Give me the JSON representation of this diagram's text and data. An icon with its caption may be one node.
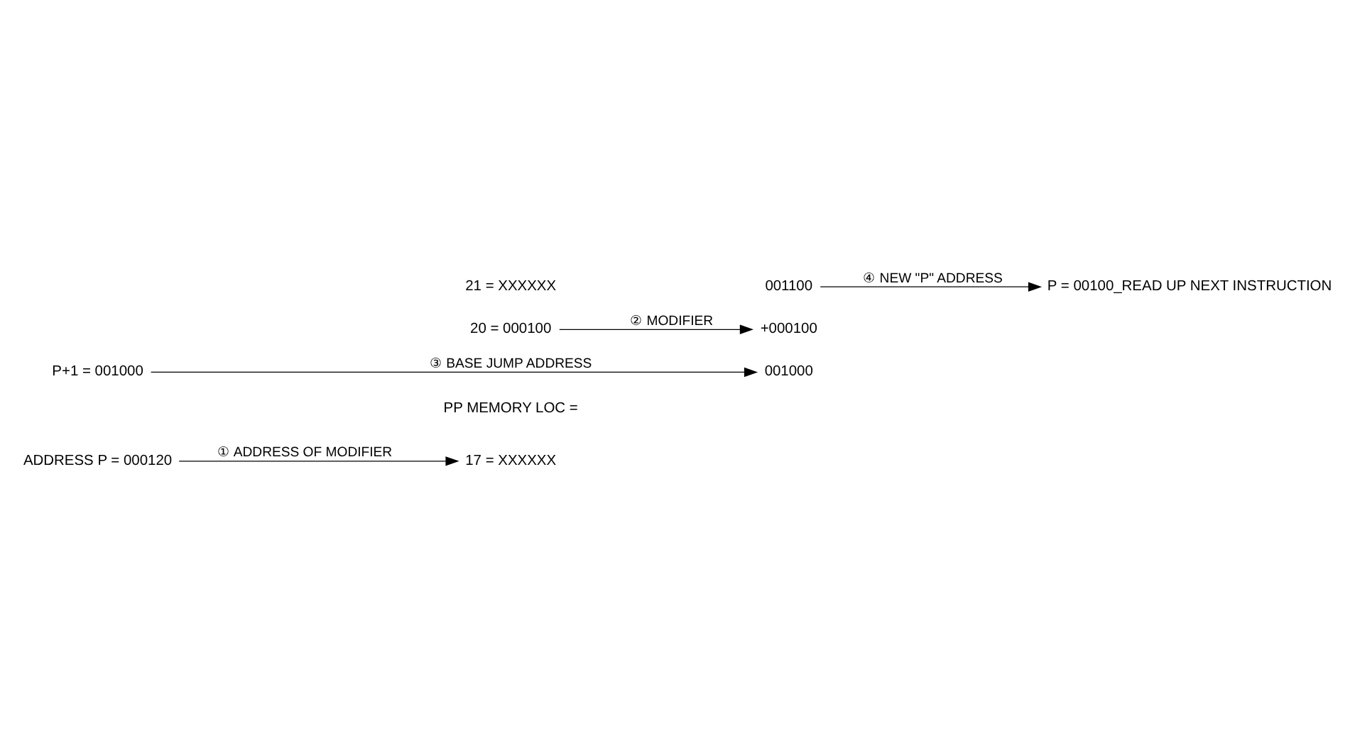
{
  "diagram": {
    "nodes": [
      {
        "text": [
          "ADDRESS P = 000120"
        ]
      },
      {
        "text": [
          "P+1 = 001000"
        ]
      },
      {
        "text": [
          "17 = XXXXXX"
        ]
      },
      {
        "text": [
          "20 = 000100"
        ]
      },
      {
        "text": [
          "21 = XXXXXX"
        ]
      },
      {
        "text": [
          "001000"
        ]
      },
      {
        "text": [
          "+000100"
        ]
      },
      {
        "text": [
          "001100"
        ]
      },
      {
        "text": [
          "P = 00100_READ UP NEXT INSTRUCTION"
        ]
      }
    ],
    "edges": [
      {
        "from": 0,
        "to": 2,
        "arrow": "to",
        "label": "① ADDRESS OF MODIFIER"
      },
      {
        "from": 3,
        "to": 6,
        "arrow": "to",
        "label": "② MODIFIER"
      },
      {
        "from": 1,
        "to": 5,
        "arrow": "to",
        "label": "③ BASE JUMP ADDRESS"
      },
      {
        "from": 7,
        "to": 8,
        "arrow": "to",
        "label": "④ NEW \"P\" ADDRESS"
      }
    ],
    "labels": [
      "PP MEMORY LOC ="
    ]
  }
}
